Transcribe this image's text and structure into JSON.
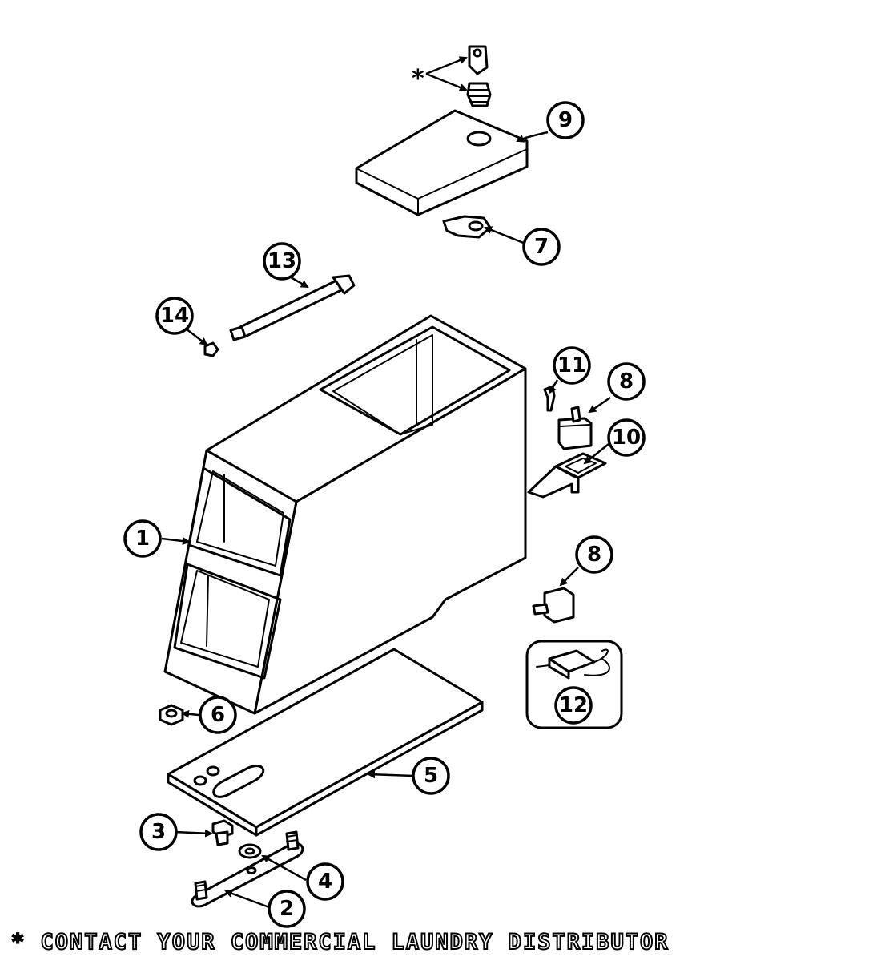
{
  "callouts": {
    "c1": "1",
    "c2": "2",
    "c3": "3",
    "c4": "4",
    "c5": "5",
    "c6": "6",
    "c7": "7",
    "c8a": "8",
    "c8b": "8",
    "c9": "9",
    "c10": "10",
    "c11": "11",
    "c12": "12",
    "c13": "13",
    "c14": "14"
  },
  "asterisk": "*",
  "footnote": "* CONTACT YOUR COMMERCIAL LAUNDRY DISTRIBUTOR"
}
